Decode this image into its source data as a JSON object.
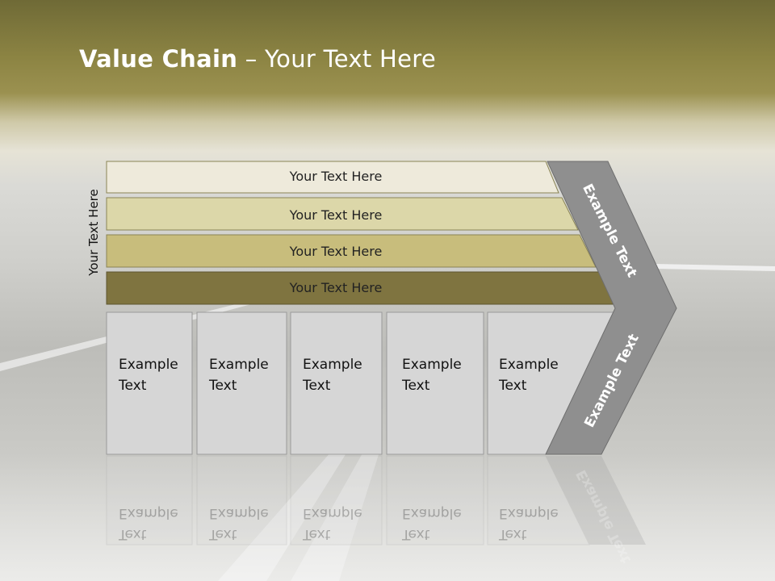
{
  "title": {
    "bold": "Value Chain",
    "rest": " – Your Text Here"
  },
  "side_label": "Your Text Here",
  "bars": [
    {
      "label": "Your Text Here",
      "color": "#eeeadb"
    },
    {
      "label": "Your Text Here",
      "color": "#dcd7a9"
    },
    {
      "label": "Your Text Here",
      "color": "#c8bd7c"
    },
    {
      "label": "Your Text Here",
      "color": "#7f7440"
    }
  ],
  "cells": [
    {
      "line1": "Example",
      "line2": "Text"
    },
    {
      "line1": "Example",
      "line2": "Text"
    },
    {
      "line1": "Example",
      "line2": "Text"
    },
    {
      "line1": "Example",
      "line2": "Text"
    },
    {
      "line1": "Example",
      "line2": "Text"
    }
  ],
  "chevron": {
    "upper_text": "Example Text",
    "lower_text": "Example Text",
    "color": "#8f8f8f"
  },
  "colors": {
    "cell_fill": "#d6d6d6",
    "cell_border": "#9a9a9a",
    "title": "#ffffff"
  }
}
